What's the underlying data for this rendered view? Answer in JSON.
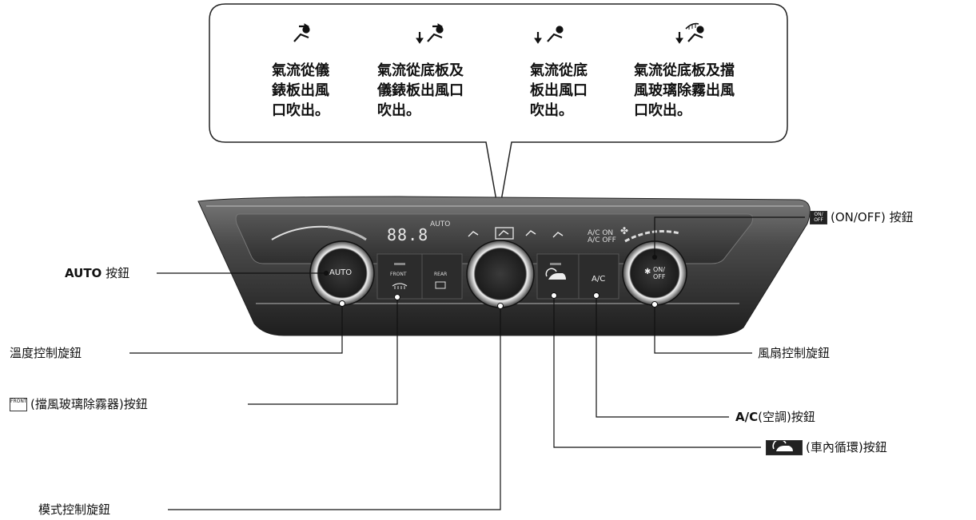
{
  "callout": {
    "modes": [
      {
        "icon": "face-vent-icon",
        "text_lines": [
          "氣流從儀",
          "錶板出風",
          "口吹出。"
        ]
      },
      {
        "icon": "floor-and-face-vent-icon",
        "text_lines": [
          "氣流從底板及",
          "儀錶板出風口",
          "吹出。"
        ]
      },
      {
        "icon": "floor-vent-icon",
        "text_lines": [
          "氣流從底",
          "板出風口",
          "吹出。"
        ]
      },
      {
        "icon": "floor-and-defrost-vent-icon",
        "text_lines": [
          "氣流從底板及擋",
          "風玻璃除霧出風",
          "口吹出。"
        ]
      }
    ]
  },
  "panel": {
    "display_temp": "88.8",
    "display_auto": "AUTO",
    "display_ac_on": "A/C ON",
    "display_ac_off": "A/C OFF",
    "left_knob_label": "AUTO",
    "right_knob_label_on": "ON/",
    "right_knob_label_off": "OFF",
    "front_button_label": "FRONT",
    "rear_button_label": "REAR",
    "ac_button_label": "A/C"
  },
  "labels": {
    "auto_button": {
      "bold": "AUTO",
      "rest": " 按鈕"
    },
    "temp_knob": "溫度控制旋鈕",
    "front_defrost": "(擋風玻璃除霧器)按鈕",
    "front_defrost_icon_text": "FRONT",
    "mode_knob": "模式控制旋鈕",
    "onoff_button": "(ON/OFF) 按鈕",
    "onoff_icon_on": "ON/",
    "onoff_icon_off": "OFF",
    "fan_knob": "風扇控制旋鈕",
    "ac_button": {
      "bold": "A/C",
      "rest": "(空調)按鈕"
    },
    "recirc_button": "(車內循環)按鈕"
  },
  "colors": {
    "panel_dark": "#2a2a2a",
    "panel_mid": "#5a5a5a",
    "display_glass": "#3c3c3c",
    "knob_ring": "#d8d8d8",
    "leader_line": "#111111"
  }
}
